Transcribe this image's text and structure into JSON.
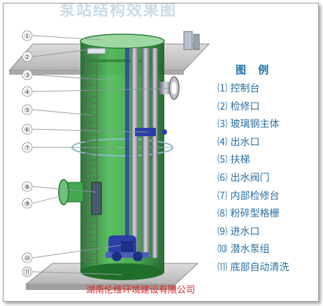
{
  "title": "泵站结构效果图",
  "legend_title": "图  例",
  "legend": [
    {
      "num": "⑴",
      "label": "控制台"
    },
    {
      "num": "⑵",
      "label": "检修口"
    },
    {
      "num": "⑶",
      "label": "玻璃钢主体"
    },
    {
      "num": "⑷",
      "label": "出水口"
    },
    {
      "num": "⑸",
      "label": "扶梯"
    },
    {
      "num": "⑹",
      "label": "出水阀门"
    },
    {
      "num": "⑺",
      "label": "内部检修台"
    },
    {
      "num": "⑻",
      "label": "粉碎型格栅"
    },
    {
      "num": "⑼",
      "label": "进水口"
    },
    {
      "num": "⑽",
      "label": "潜水泵组"
    },
    {
      "num": "⑾",
      "label": "底部自动清洗"
    }
  ],
  "callouts": [
    "①",
    "②",
    "③",
    "④",
    "⑤",
    "⑥",
    "⑦",
    "⑧",
    "⑨",
    "⑩",
    "⑪"
  ],
  "watermark": "湖南伦维环境建设有限公司",
  "colors": {
    "tank_green": "#2f9a3c",
    "tank_dark": "#1f6e2a",
    "pipe_gray": "#8d8f99",
    "pump_blue": "#2a3fa8",
    "platform_gray": "#c9c9c9",
    "legend_blue": "#2a6fa3",
    "watermark_red": "#e02020"
  }
}
